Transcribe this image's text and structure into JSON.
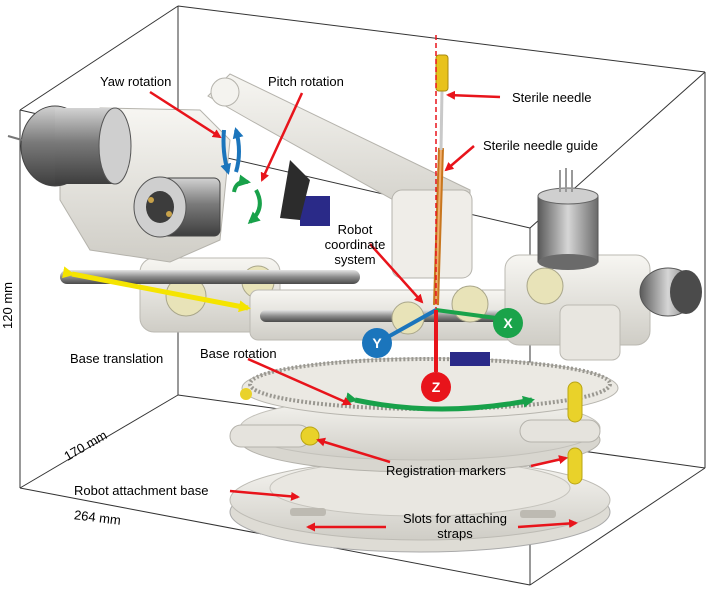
{
  "labels": {
    "yaw_rotation": "Yaw rotation",
    "pitch_rotation": "Pitch rotation",
    "sterile_needle": "Sterile needle",
    "sterile_needle_guide": "Sterile needle guide",
    "robot_coordinate_system": "Robot coordinate system",
    "base_translation": "Base translation",
    "base_rotation": "Base rotation",
    "registration_markers": "Registration markers",
    "robot_attachment_base": "Robot attachment base",
    "slots_for_attaching_straps": "Slots for attaching straps"
  },
  "dimensions": {
    "height": "120 mm",
    "depth": "170 mm",
    "width": "264 mm"
  },
  "axes": {
    "x": "X",
    "y": "Y",
    "z": "Z"
  },
  "colors": {
    "arrow_red": "#e8141b",
    "axis_x_green": "#1aa34a",
    "axis_y_blue": "#1b75bc",
    "axis_z_red": "#e8141b",
    "translation_yellow": "#f5e400",
    "rotation_green": "#18a14a",
    "yaw_blue": "#1b75bc",
    "part_white": "#ecebe6",
    "part_shadow": "#b9b8b2",
    "motor_gray": "#8b8b8b",
    "marker_yellow": "#e9d22a",
    "needle_orange": "#c8761e"
  }
}
